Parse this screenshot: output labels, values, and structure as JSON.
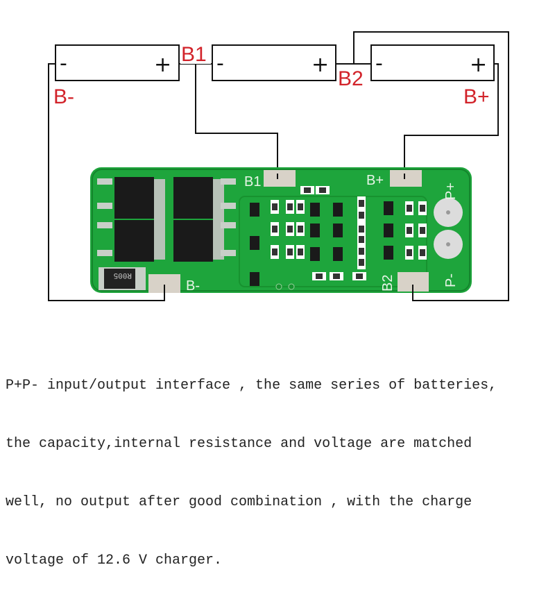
{
  "diagram": {
    "batteries": [
      {
        "negative": "-",
        "positive": "+"
      },
      {
        "negative": "-",
        "positive": "+"
      },
      {
        "negative": "-",
        "positive": "+"
      }
    ],
    "labels": {
      "b1": "B1",
      "b2": "B2",
      "b_minus": "B-",
      "b_plus": "B+"
    },
    "pcb": {
      "b1": "B1",
      "b_plus": "B+",
      "p_plus": "P+",
      "p_minus": "P-",
      "b_minus": "B-",
      "b2": "B2",
      "resistor": "R005"
    },
    "colors": {
      "label": "#d2232a",
      "pcb": "#1ea53c",
      "wire": "#111111"
    }
  },
  "description": {
    "lines": [
      "P+P- input/output interface , the same series of batteries,",
      "the capacity,internal resistance and voltage are matched",
      "well, no output after good combination , with the charge",
      "voltage of 12.6 V charger."
    ]
  }
}
